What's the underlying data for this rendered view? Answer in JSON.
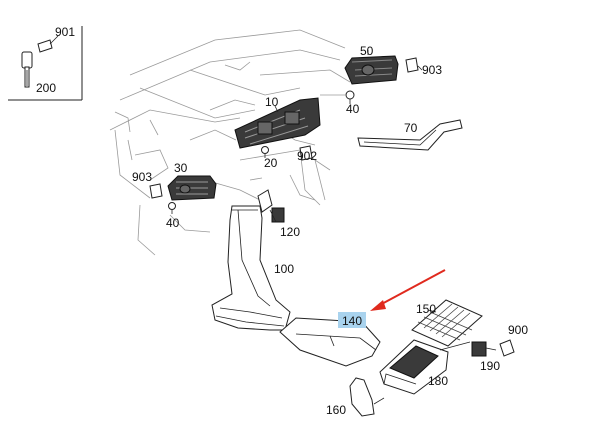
{
  "callouts": {
    "c901": "901",
    "c200": "200",
    "c50": "50",
    "c903a": "903",
    "c40a": "40",
    "c10": "10",
    "c70": "70",
    "c902": "902",
    "c20": "20",
    "c30": "30",
    "c903b": "903",
    "c40b": "40",
    "c120": "120",
    "c100": "100",
    "c150": "150",
    "c140": "140",
    "c900": "900",
    "c190": "190",
    "c180": "180",
    "c160": "160"
  },
  "colors": {
    "highlight": "#a9d3ee",
    "arrow": "#e02a1e"
  }
}
